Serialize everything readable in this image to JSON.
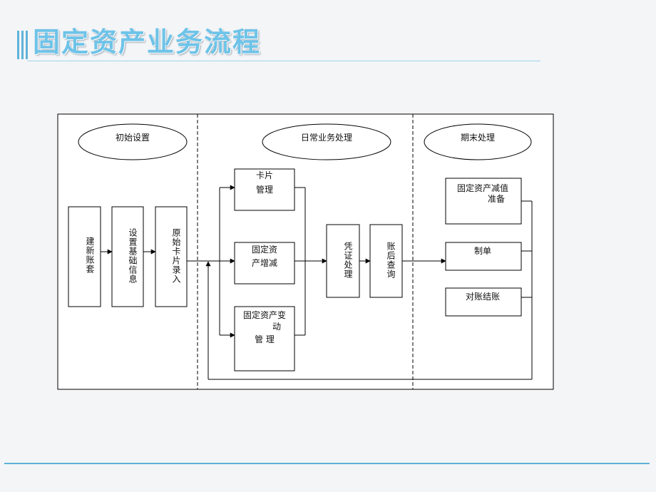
{
  "page": {
    "title": "固定资产业务流程"
  },
  "diagram": {
    "sections": [
      {
        "label": "初始设置"
      },
      {
        "label": "日常业务处理"
      },
      {
        "label": "期末处理"
      }
    ],
    "initial_steps": [
      {
        "label": "建新账套"
      },
      {
        "label": "设置基础信息"
      },
      {
        "label": "原始卡片录入"
      }
    ],
    "daily_steps": [
      {
        "lines": [
          "卡片",
          "管理"
        ]
      },
      {
        "lines": [
          "固定资",
          "产增减"
        ]
      },
      {
        "lines": [
          "固定资产变",
          "动",
          "管 理"
        ]
      }
    ],
    "voucher": {
      "label": "凭证处理"
    },
    "query": {
      "label": "账后查询"
    },
    "period_steps": [
      {
        "lines": [
          "固定资产减值",
          "准备"
        ]
      },
      {
        "lines": [
          "制单"
        ]
      },
      {
        "lines": [
          "对账结账"
        ]
      }
    ]
  }
}
